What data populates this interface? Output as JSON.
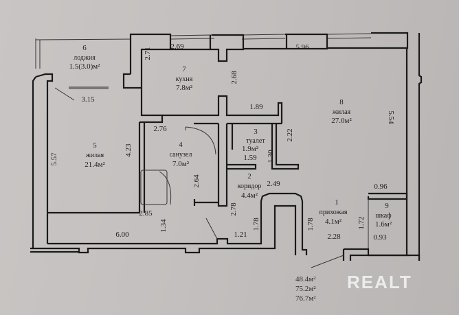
{
  "rooms": [
    {
      "number": "1",
      "name": "прихожая",
      "area": "4.1м²"
    },
    {
      "number": "2",
      "name": "коридор",
      "area": "4.4м²"
    },
    {
      "number": "3",
      "name": "туалет",
      "area": "1.9м²"
    },
    {
      "number": "4",
      "name": "санузел",
      "area": "7.0м²"
    },
    {
      "number": "5",
      "name": "жилая",
      "area": "21.4м²"
    },
    {
      "number": "6",
      "name": "лоджия",
      "area": "1.5(3.0)м²"
    },
    {
      "number": "7",
      "name": "кухня",
      "area": "7.8м²"
    },
    {
      "number": "8",
      "name": "жилая",
      "area": "27.0м²"
    },
    {
      "number": "9",
      "name": "шкаф",
      "area": "1.6м²"
    }
  ],
  "dimensions": {
    "loggia_width": "3.15",
    "kitchen_top": "2.69",
    "kitchen_left": "2.71",
    "kitchen_right": "2.68",
    "living8_top": "5.96",
    "living8_right": "5.54",
    "wall_1_89": "1.89",
    "toilet_right_outer": "2.22",
    "toilet_width": "1.59",
    "toilet_depth": "1.30",
    "bath_top": "2.76",
    "bath_height": "2.64",
    "bath_bottom": "2.85",
    "living5_left": "5.57",
    "living5_right": "4.23",
    "living5_bottom": "6.00",
    "living5_recess": "1.34",
    "corridor_width": "2.49",
    "corridor_left": "2.78",
    "corridor_bottom": "1.21",
    "niche_left": "1.78",
    "niche_right": "1.78",
    "hall_width": "2.28",
    "closet_top": "0.96",
    "closet_left": "1.72",
    "closet_bottom": "0.93"
  },
  "totals": [
    "48.4м²",
    "75.2м²",
    "76.7м²"
  ],
  "watermark": "REALT"
}
